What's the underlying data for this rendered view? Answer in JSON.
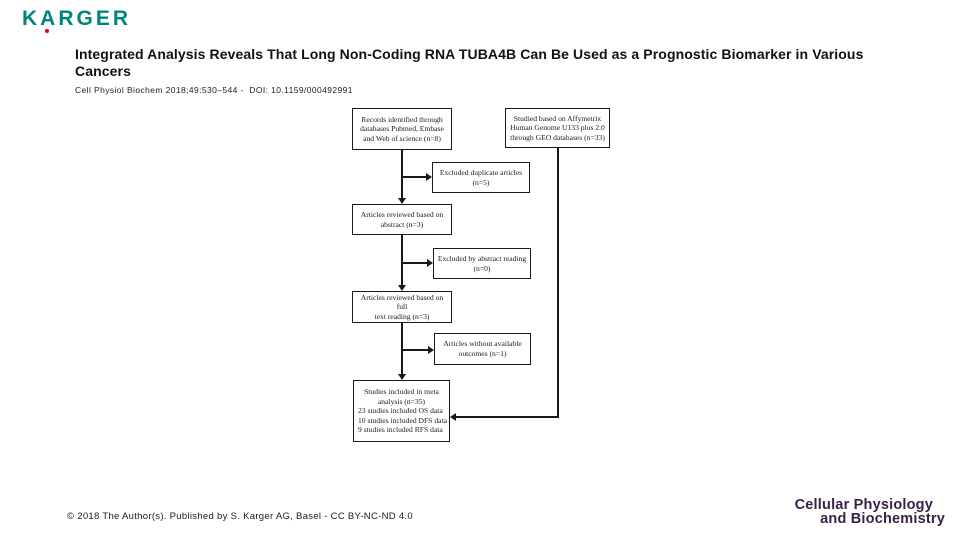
{
  "header": {
    "logo_text": "KARGER",
    "logo_color": "#00857C",
    "logo_dot_color": "#E2001A"
  },
  "article": {
    "title": "Integrated Analysis Reveals That Long Non-Coding RNA TUBA4B Can Be Used as a Prognostic Biomarker in Various Cancers",
    "citation": "Cell Physiol Biochem 2018;49:530–544 -  DOI: 10.1159/000492991"
  },
  "flowchart": {
    "type": "flow-diagram",
    "boxes": [
      {
        "id": "records-identified",
        "lines": [
          "Records identified through",
          "databases Pubmed, Embase",
          "and Web of science (n=8)"
        ]
      },
      {
        "id": "geo-studies",
        "lines": [
          "Studied based on Affymetrix",
          "Human Genome U133 plus 2.0",
          "through GEO databases (n=33)"
        ]
      },
      {
        "id": "excluded-duplicates",
        "lines": [
          "Excluded duplicate articles",
          "(n=5)"
        ]
      },
      {
        "id": "reviewed-abstract",
        "lines": [
          "Articles reviewed based on",
          "abstract (n=3)"
        ]
      },
      {
        "id": "excluded-abstract",
        "lines": [
          "Excluded by abstract reading",
          "(n=0)"
        ]
      },
      {
        "id": "reviewed-fulltext",
        "lines": [
          "Articles reviewed based on full",
          "text reading (n=3)"
        ]
      },
      {
        "id": "no-outcomes",
        "lines": [
          "Articles without available",
          "outcomes  (n=1)"
        ]
      },
      {
        "id": "included-studies",
        "lines": [
          "Studies included in meta",
          "analysis (n=35)",
          "23 studies included OS data",
          "10 studies included DFS data",
          "9 studies included RFS data"
        ]
      }
    ]
  },
  "footer": {
    "copyright": "© 2018 The Author(s). Published by S. Karger AG, Basel - CC BY-NC-ND 4.0"
  },
  "journal_logo": {
    "line1": "Cellular Physiology",
    "line2": "and Biochemistry",
    "color": "#3A2145"
  }
}
